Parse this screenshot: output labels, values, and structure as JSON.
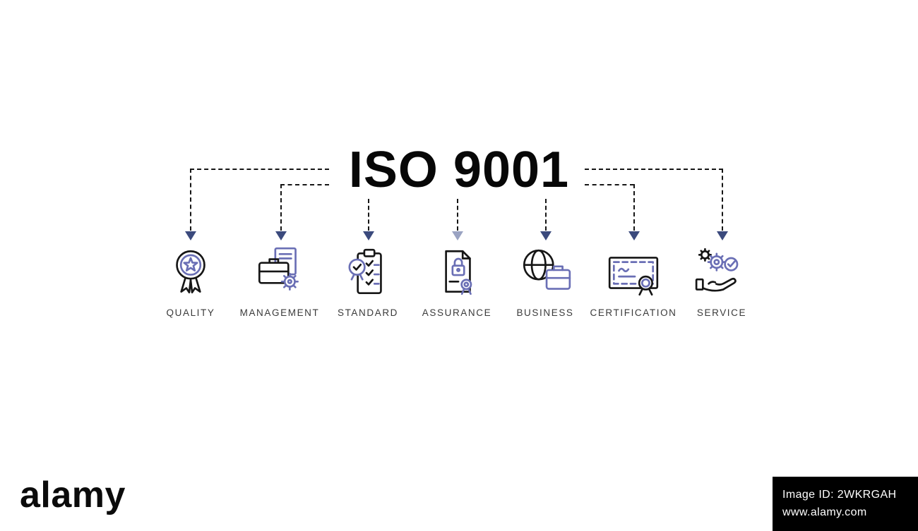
{
  "banner": {
    "title": "ISO 9001",
    "items": [
      {
        "label": "QUALITY",
        "icon": "quality-rosette-icon"
      },
      {
        "label": "MANAGEMENT",
        "icon": "management-briefcase-gear-icon"
      },
      {
        "label": "STANDARD",
        "icon": "standard-clipboard-checklist-icon"
      },
      {
        "label": "ASSURANCE",
        "icon": "assurance-document-lock-icon"
      },
      {
        "label": "BUSINESS",
        "icon": "business-globe-briefcase-icon"
      },
      {
        "label": "CERTIFICATION",
        "icon": "certification-certificate-medal-icon"
      },
      {
        "label": "SERVICE",
        "icon": "service-hand-gears-icon"
      }
    ],
    "colors": {
      "background": "#ffffff",
      "title_text": "#070707",
      "icon_outline": "#161616",
      "icon_accent": "#6a6fb5",
      "arrow": "#3b4a7d",
      "arrow_light": "#9aa3c2",
      "label_text": "#3a3a3a",
      "connector": "#161616"
    }
  },
  "watermark": {
    "brand": "alamy",
    "image_id": "Image ID: 2WKRGAH",
    "url": "www.alamy.com"
  }
}
